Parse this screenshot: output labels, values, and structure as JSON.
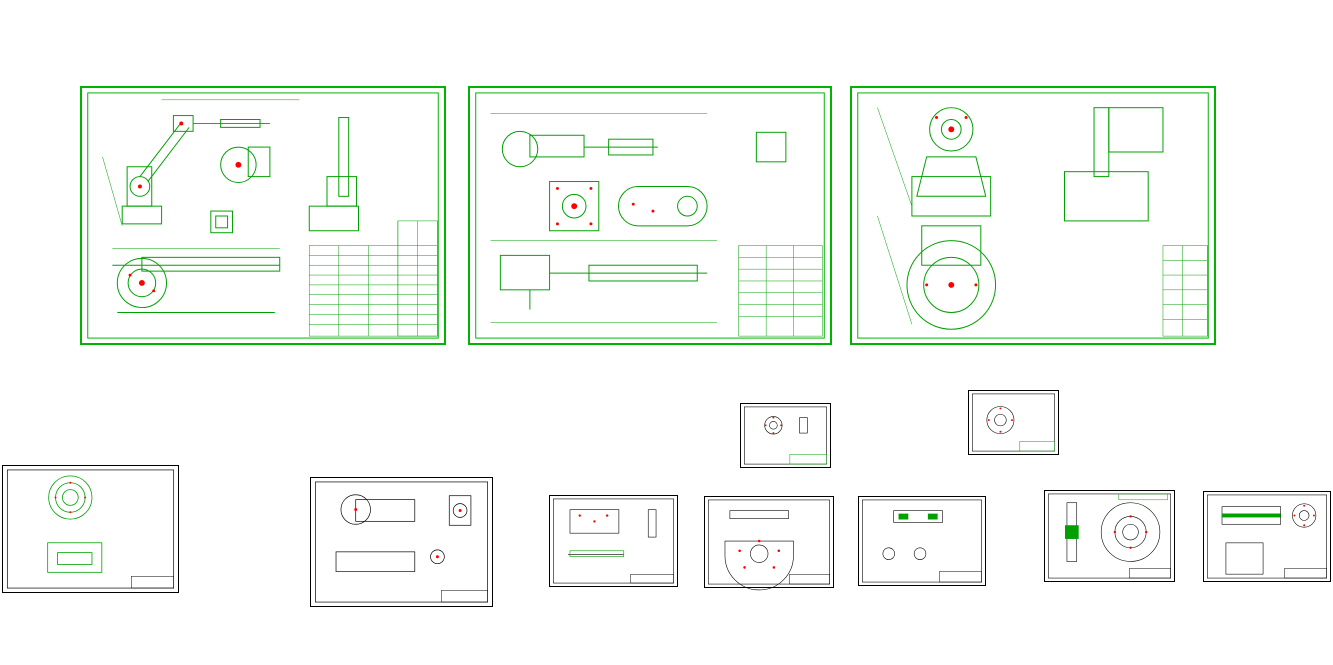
{
  "canvas": {
    "background": "#ffffff"
  },
  "colors": {
    "assembly_frame": "#00b400",
    "part_frame": "#000000",
    "geometry": "#00a000",
    "highlight": "#ff0000",
    "annotation": "#000000"
  },
  "sheets": [
    {
      "id": "sheet-arm-assembly",
      "kind": "assembly",
      "title": ""
    },
    {
      "id": "sheet-wrist-assembly",
      "kind": "assembly",
      "title": ""
    },
    {
      "id": "sheet-base-assembly",
      "kind": "assembly",
      "title": ""
    },
    {
      "id": "part-flange-ring",
      "kind": "part",
      "title": ""
    },
    {
      "id": "part-link-plate",
      "kind": "part",
      "title": ""
    },
    {
      "id": "part-block",
      "kind": "part",
      "title": ""
    },
    {
      "id": "part-small-disk",
      "kind": "part",
      "title": ""
    },
    {
      "id": "part-disk-b",
      "kind": "part",
      "title": ""
    },
    {
      "id": "part-plate-holes",
      "kind": "part",
      "title": ""
    },
    {
      "id": "part-shaft",
      "kind": "part",
      "title": ""
    },
    {
      "id": "part-round-flange",
      "kind": "part",
      "title": ""
    },
    {
      "id": "part-roller",
      "kind": "part",
      "title": ""
    }
  ]
}
